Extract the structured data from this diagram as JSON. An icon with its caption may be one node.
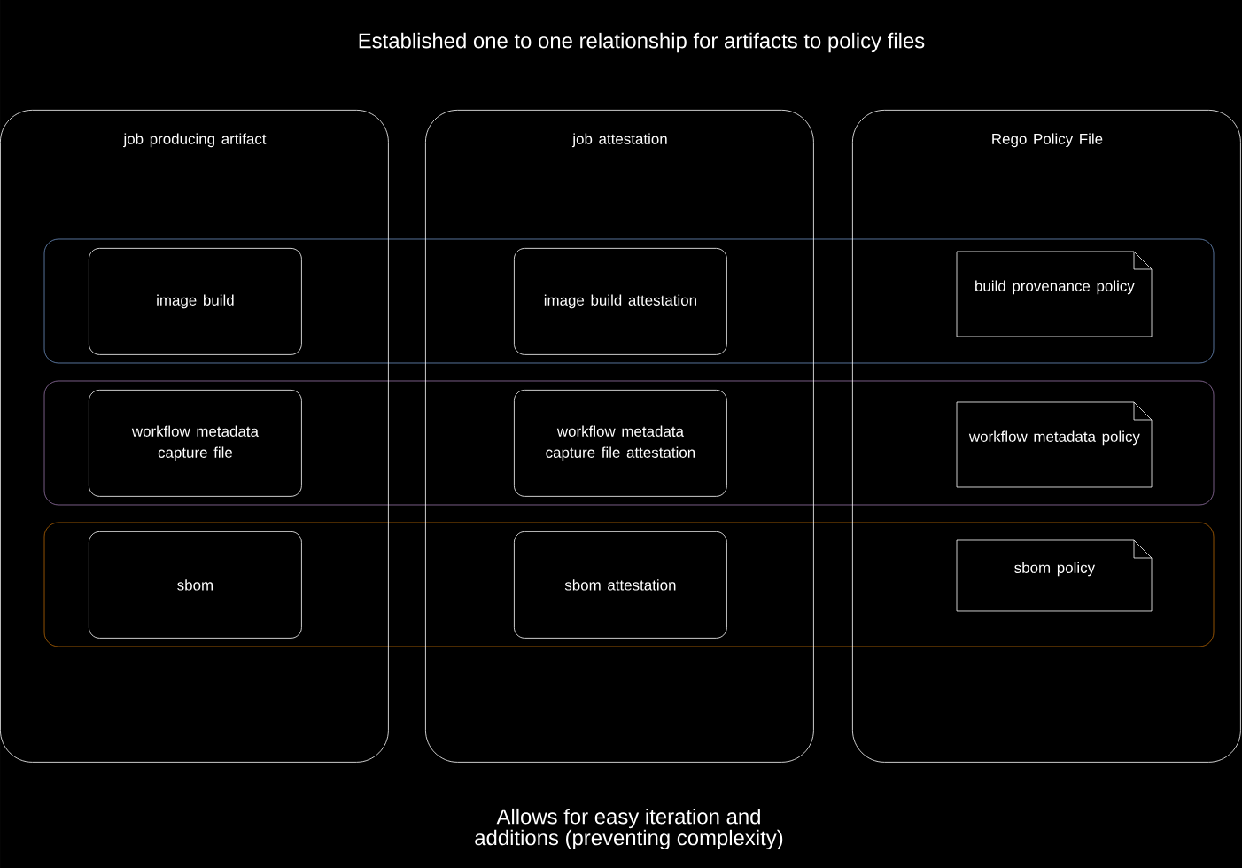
{
  "diagram": {
    "title": "Established one to one relationship for artifacts to policy files",
    "caption": "Allows for easy iteration and additions (preventing complexity)",
    "nodes": [
      {
        "text": [
          "job producing artifact"
        ]
      },
      {
        "text": [
          "image build"
        ],
        "in": 0
      },
      {
        "text": [
          "workflow metadata capture file"
        ],
        "in": 0
      },
      {
        "text": [
          "sbom"
        ],
        "in": 0
      },
      {
        "text": [
          "job attestation"
        ]
      },
      {
        "text": [
          "image build attestation"
        ],
        "in": 4
      },
      {
        "text": [
          "workflow metadata capture file attestation"
        ],
        "in": 4
      },
      {
        "text": [
          "sbom attestation"
        ],
        "in": 4
      },
      {
        "text": [
          "Rego Policy File"
        ]
      },
      {
        "text": [
          "build provenance policy"
        ],
        "in": 8
      },
      {
        "text": [
          "workflow metadata policy"
        ],
        "in": 8
      },
      {
        "text": [
          "sbom policy"
        ],
        "in": 8
      }
    ],
    "edges": []
  }
}
